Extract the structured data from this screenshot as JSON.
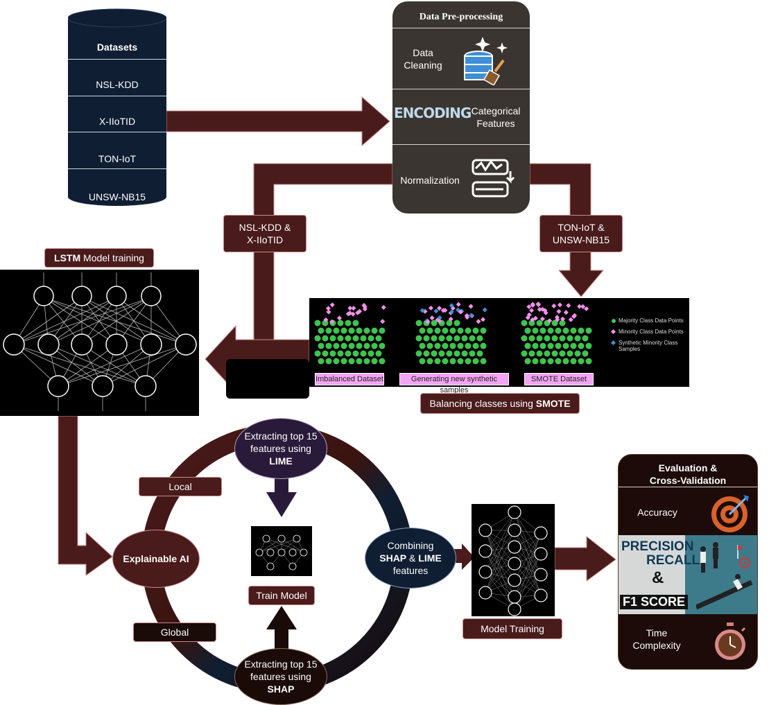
{
  "datasets": {
    "title": "Datasets",
    "items": [
      "NSL-KDD",
      "X-IIoTID",
      "TON-IoT",
      "UNSW-NB15"
    ]
  },
  "preprocessing": {
    "title": "Data Pre-processing",
    "steps": [
      {
        "label": "Data Cleaning",
        "icon": "database-broom-icon"
      },
      {
        "label": "Categorical Features",
        "icon": "encoding-icon",
        "icon_text": "ENCODING"
      },
      {
        "label": "Normalization",
        "icon": "waveform-icon"
      }
    ]
  },
  "branches": {
    "left": "NSL-KDD & X-IIoTID",
    "right": "TON-IoT & UNSW-NB15"
  },
  "lstm": {
    "label_bold": "LSTM",
    "label_rest": " Model training"
  },
  "smote": {
    "panels": [
      "Imbalanced Dataset",
      "Generating new synthetic samples",
      "SMOTE Dataset"
    ],
    "legend": [
      "Majority Class Data Points",
      "Minority Class Data Points",
      "Synthetic Minority Class Samples"
    ],
    "caption_prefix": "Balancing classes using ",
    "caption_bold": "SMOTE"
  },
  "xai": {
    "center": "Explainable AI",
    "local": "Local",
    "global": "Global",
    "lime_node": {
      "text": "Extracting top 15 features using ",
      "bold": "LIME"
    },
    "shap_node": {
      "text": "Extracting top 15 features using ",
      "bold": "SHAP"
    },
    "combine_node": {
      "prefix": "Combining",
      "bold1": "SHAP",
      "amp": " & ",
      "bold2": "LIME",
      "suffix": "features"
    },
    "train_model": "Train Model"
  },
  "model_training": "Model Training",
  "evaluation": {
    "title": "Evaluation & Cross-Validation",
    "items": [
      "Accuracy",
      "Time Complexity"
    ],
    "prf_lines": [
      "PRECISION",
      "RECALL",
      "&",
      "F1 SCORE"
    ]
  },
  "colors": {
    "arrow": "#4a1b1b",
    "cylinder": "#0f1e33",
    "panel": "#3a3530",
    "majority": "#3fc44f",
    "minority": "#f290e8",
    "synthetic": "#3a8fd6"
  }
}
